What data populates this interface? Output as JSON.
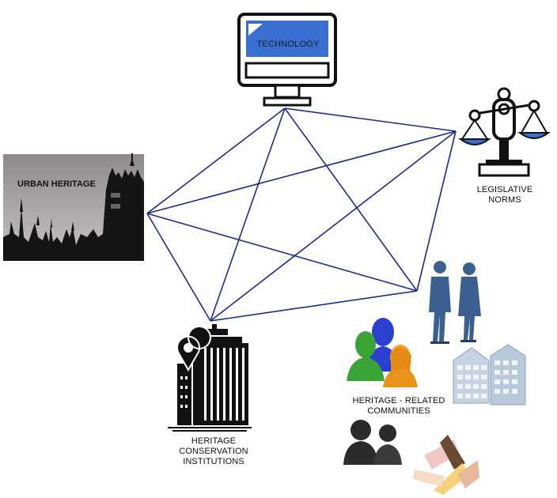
{
  "diagram": {
    "nodes": {
      "technology": {
        "label": "TECHNOLOGY",
        "icon": "computer-monitor-icon"
      },
      "urban_heritage": {
        "label": "URBAN HERITAGE",
        "icon": "city-skyline-photo"
      },
      "legislative_norms": {
        "label_line1": "LEGISLATIVE",
        "label_line2": "NORMS",
        "icon": "scales-of-justice-icon"
      },
      "institutions": {
        "label_line1": "HERITAGE",
        "label_line2": "CONSERVATION",
        "label_line3": "INSTITUTIONS",
        "icon": "building-with-map-pin-icon"
      },
      "communities": {
        "label_line1": "HERITAGE - RELATED",
        "label_line2": "COMMUNITIES",
        "icons": [
          "business-people-icon",
          "group-avatars-icon",
          "apartment-buildings-icon",
          "people-silhouettes-icon",
          "joined-hands-icon"
        ]
      }
    },
    "colors": {
      "connector": "#1f2a8a",
      "monitor_screen": "#3a6fd1",
      "scale_pan": "#3a6fd1",
      "people": "#3b5f8f",
      "buildings": "#b9c9dc"
    }
  }
}
